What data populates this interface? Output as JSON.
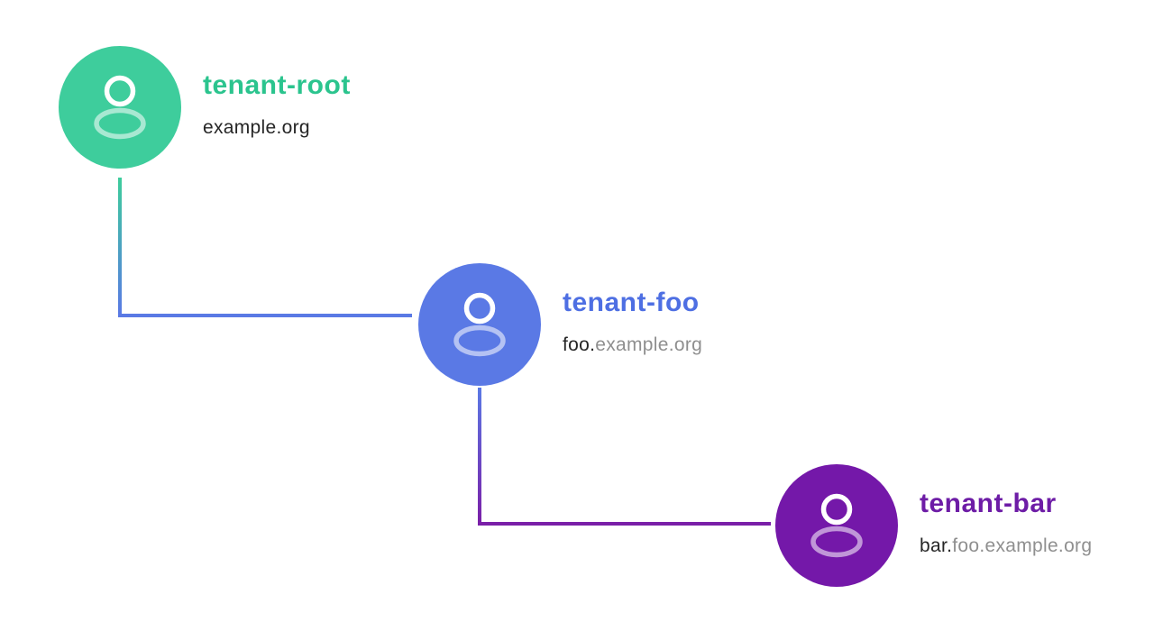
{
  "diagram": {
    "background_color": "#ffffff",
    "nodes": [
      {
        "id": "tenant-root",
        "name": "tenant-root",
        "domain_prefix": "example.org",
        "domain_suffix": "",
        "avatar_color": "#3ecd9c",
        "name_color": "#2bc48e",
        "avatar_icon": "user-icon"
      },
      {
        "id": "tenant-foo",
        "name": "tenant-foo",
        "domain_prefix": "foo.",
        "domain_suffix": "example.org",
        "avatar_color": "#5a79e5",
        "name_color": "#4e6fe3",
        "avatar_icon": "user-icon"
      },
      {
        "id": "tenant-bar",
        "name": "tenant-bar",
        "domain_prefix": "bar.",
        "domain_suffix": "foo.example.org",
        "avatar_color": "#7418a9",
        "name_color": "#6d1ca6",
        "avatar_icon": "user-icon"
      }
    ],
    "connectors": [
      {
        "from": "tenant-root",
        "to": "tenant-foo",
        "start_color": "#3ecd9c",
        "end_color": "#5a79e5"
      },
      {
        "from": "tenant-foo",
        "to": "tenant-bar",
        "start_color": "#5a79e5",
        "end_color": "#7a1fa8"
      }
    ]
  }
}
